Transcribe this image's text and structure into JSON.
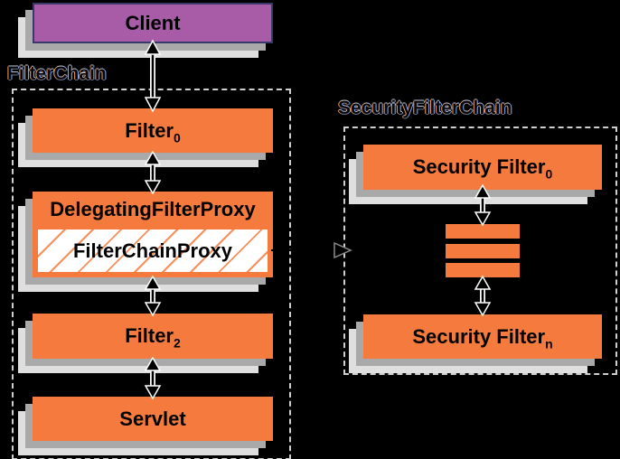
{
  "diagram": {
    "left_group_label": "FilterChain",
    "right_group_label": "SecurityFilterChain",
    "client_label": "Client",
    "filter0": {
      "base": "Filter",
      "sub": "0"
    },
    "delegating_filter_proxy_label": "DelegatingFilterProxy",
    "filter_chain_proxy_label": "FilterChainProxy",
    "filter2": {
      "base": "Filter",
      "sub": "2"
    },
    "servlet_label": "Servlet",
    "security_filter0": {
      "base": "Security Filter",
      "sub": "0"
    },
    "security_filtern": {
      "base": "Security Filter",
      "sub": "n"
    }
  },
  "colors": {
    "background": "#000000",
    "box_orange": "#F47B3D",
    "client_purple": "#A85CA8",
    "client_border": "#38386B",
    "shadow_near": "#A9A9A9",
    "shadow_far": "#DFDFDF",
    "dashed_border": "#CFCFCF",
    "hatch_background": "#FFFFFF"
  }
}
